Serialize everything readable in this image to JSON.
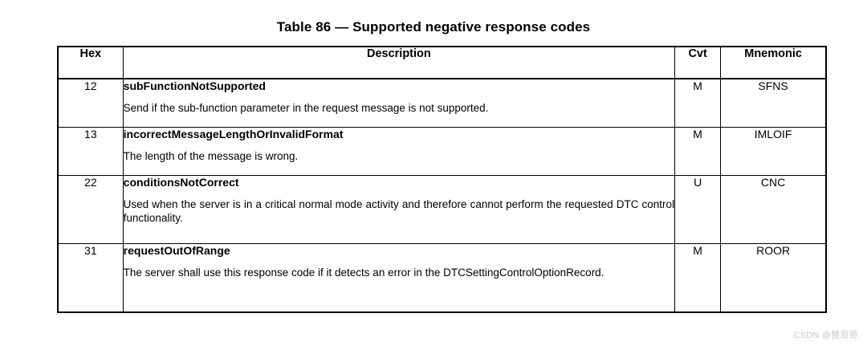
{
  "title": "Table 86 — Supported negative response codes",
  "table": {
    "columns": [
      "Hex",
      "Description",
      "Cvt",
      "Mnemonic"
    ],
    "rows": [
      {
        "hex": "12",
        "name": "subFunctionNotSupported",
        "text": "Send if the sub-function parameter in the request message is not supported.",
        "justified": false,
        "cvt": "M",
        "mnemonic": "SFNS"
      },
      {
        "hex": "13",
        "name": "incorrectMessageLengthOrInvalidFormat",
        "text": "The length of the message is wrong.",
        "justified": false,
        "cvt": "M",
        "mnemonic": "IMLOIF"
      },
      {
        "hex": "22",
        "name": "conditionsNotCorrect",
        "text": "Used when the server is in a critical normal mode activity and therefore cannot perform the requested DTC control functionality.",
        "justified": true,
        "cvt": "U",
        "mnemonic": "CNC"
      },
      {
        "hex": "31",
        "name": "requestOutOfRange",
        "text": "The server shall use this response code if it detects an error in the DTCSettingControlOptionRecord.",
        "justified": true,
        "cvt": "M",
        "mnemonic": "ROOR"
      }
    ]
  },
  "watermark": "CSDN @赞哥哥."
}
